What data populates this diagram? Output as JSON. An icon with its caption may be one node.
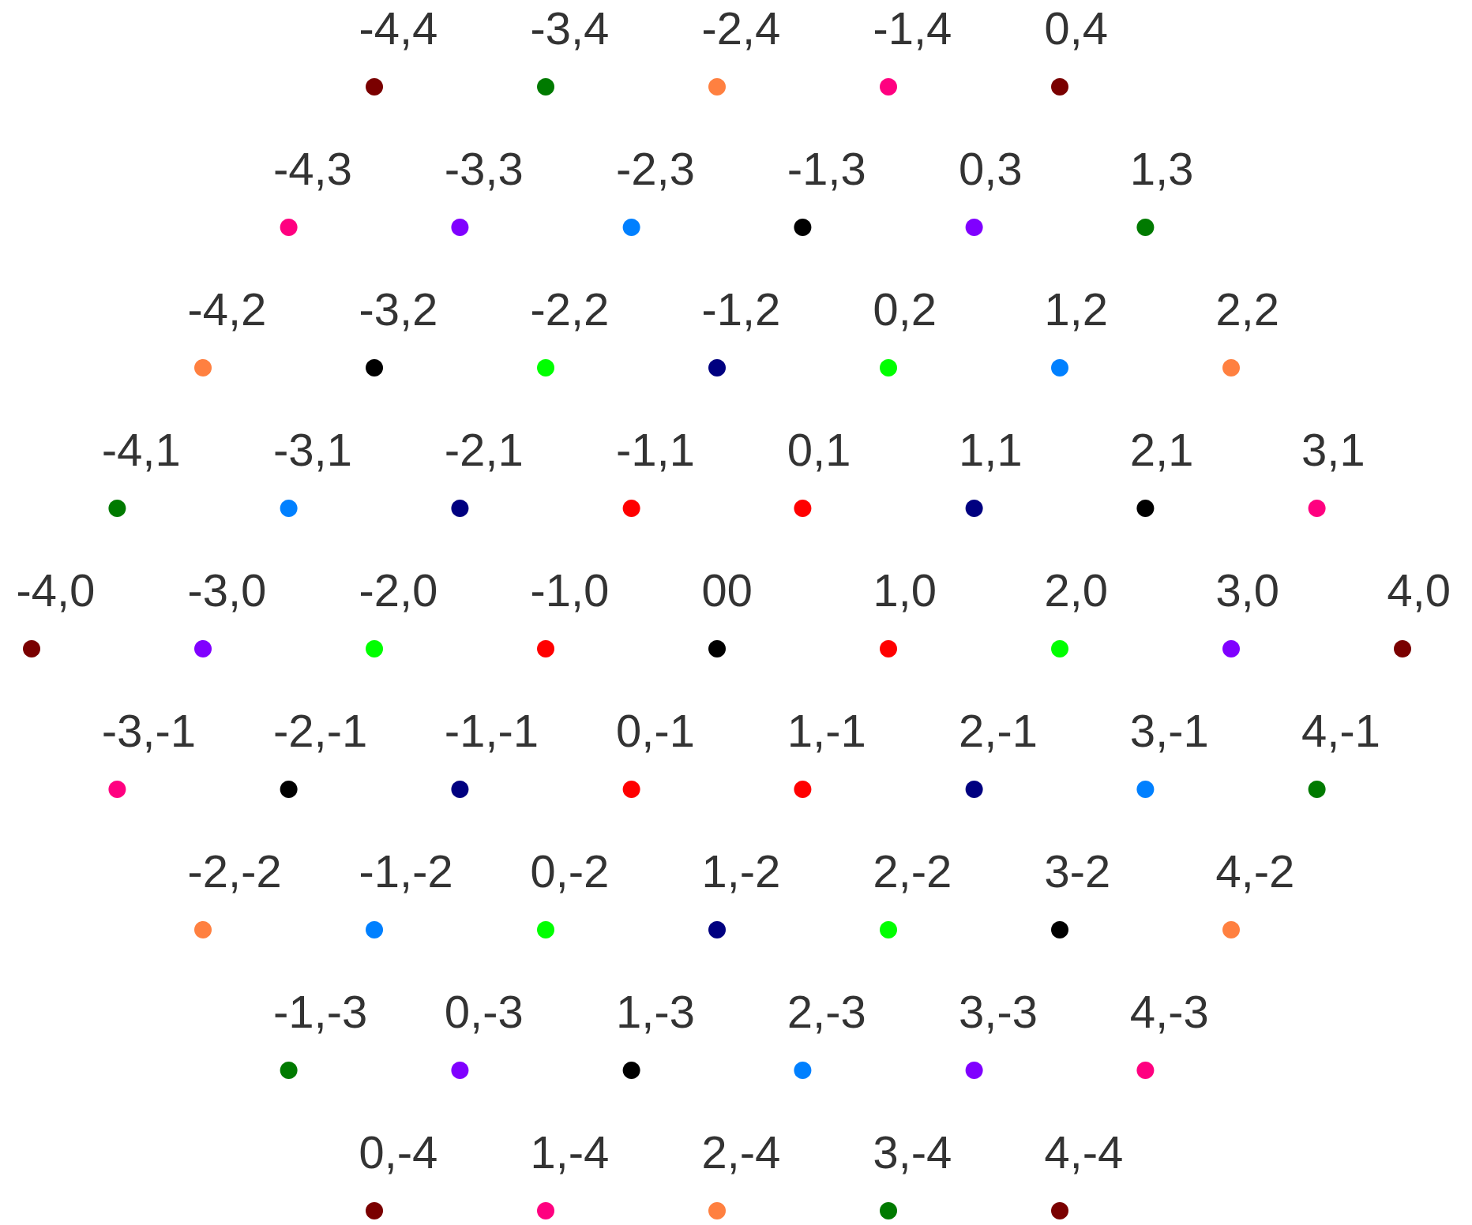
{
  "diagram": {
    "labels": [
      "-4,4",
      "-3,4",
      "-2,4",
      "-1,4",
      "0,4",
      "-4,3",
      "-3,3",
      "-2,3",
      "-1,3",
      "0,3",
      "1,3",
      "-4,2",
      "-3,2",
      "-2,2",
      "-1,2",
      "0,2",
      "1,2",
      "2,2",
      "-4,1",
      "-3,1",
      "-2,1",
      "-1,1",
      "0,1",
      "1,1",
      "2,1",
      "3,1",
      "-4,0",
      "-3,0",
      "-2,0",
      "-1,0",
      "00",
      "1,0",
      "2,0",
      "3,0",
      "4,0",
      "-3,-1",
      "-2,-1",
      "-1,-1",
      "0,-1",
      "1,-1",
      "2,-1",
      "3,-1",
      "4,-1",
      "-2,-2",
      "-1,-2",
      "0,-2",
      "1,-2",
      "2,-2",
      "3-2",
      "4,-2",
      "-1,-3",
      "0,-3",
      "1,-3",
      "2,-3",
      "3,-3",
      "4,-3",
      "0,-4",
      "1,-4",
      "2,-4",
      "3,-4",
      "4,-4"
    ]
  }
}
